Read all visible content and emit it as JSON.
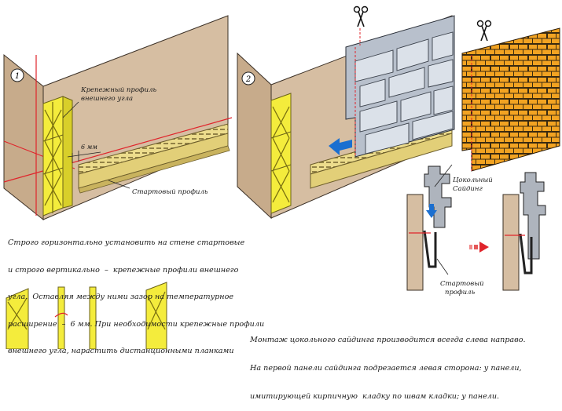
{
  "step1": {
    "number": "1",
    "label_corner_line1": "Крепежный профиль",
    "label_corner_line2": "внешнего угла",
    "gap_label": "6 мм",
    "label_starter": "Стартовый профиль"
  },
  "step2": {
    "number": "2",
    "label_siding_line1": "Цокольный",
    "label_siding_line2": "Сайдинг",
    "label_starter_line1": "Стартовый",
    "label_starter_line2": "профиль"
  },
  "caption1": {
    "lines": [
      "Строго горизонтально установить на стене стартовые",
      "и строго вертикально  –  крепежные профили внешнего",
      "угла.  Оставляя между ними зазор на температурное",
      "расширение  –  6 мм. При необходимости крепежные профили",
      "внешнего угла, нарастить дистанционными планками"
    ]
  },
  "caption2": {
    "lines": [
      "Монтаж цокольного сайдинга производится всегда слева направо.",
      "На первой панели сайдинга подрезается левая сторона: у панели,",
      "имитирующей кирпичную  кладку по швам кладки; у панели."
    ]
  },
  "colors": {
    "wall": "#d2b99c",
    "wall_side": "#c4a98a",
    "profile_yellow": "#f2e93a",
    "starter": "#e9d987",
    "red": "#e0242b",
    "stone": "#c5ccd6",
    "brick": "#f0a020",
    "blue": "#1b6fd0"
  },
  "icons": [
    "scissors-icon",
    "arrow-left-icon",
    "arrow-down-icon",
    "arrow-right-icon"
  ]
}
